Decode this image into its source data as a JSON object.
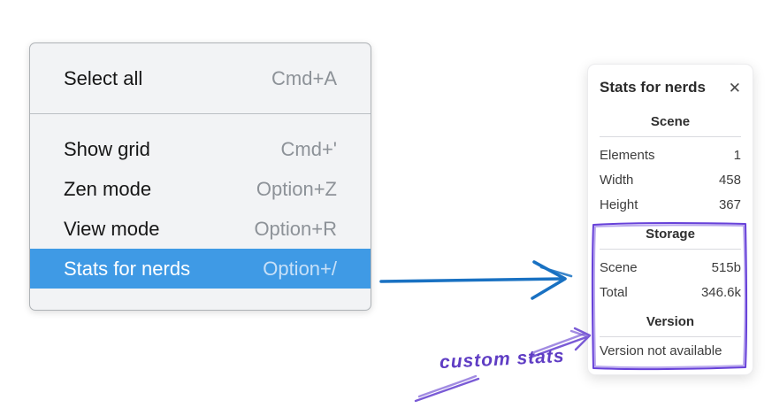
{
  "menu": {
    "items": [
      {
        "label": "Select all",
        "shortcut": "Cmd+A"
      },
      {
        "label": "Show grid",
        "shortcut": "Cmd+'"
      },
      {
        "label": "Zen mode",
        "shortcut": "Option+Z"
      },
      {
        "label": "View mode",
        "shortcut": "Option+R"
      },
      {
        "label": "Stats for nerds",
        "shortcut": "Option+/",
        "selected": true
      }
    ]
  },
  "stats_panel": {
    "title": "Stats for nerds",
    "close_glyph": "✕",
    "sections": [
      {
        "header": "Scene",
        "rows": [
          [
            "Elements",
            "1"
          ],
          [
            "Width",
            "458"
          ],
          [
            "Height",
            "367"
          ]
        ]
      },
      {
        "header": "Storage",
        "rows": [
          [
            "Scene",
            "515b"
          ],
          [
            "Total",
            "346.6k"
          ]
        ]
      },
      {
        "header": "Version",
        "note": "Version not available"
      }
    ]
  },
  "annotations": {
    "custom_stats_label": "custom stats",
    "colors": {
      "menu_highlight": "#3f9ae5",
      "arrow_blue": "#1971c2",
      "annotation_purple": "#6741d9",
      "annotation_purple_light": "#7a5bd6",
      "label_purple": "#5f3dc4"
    }
  }
}
